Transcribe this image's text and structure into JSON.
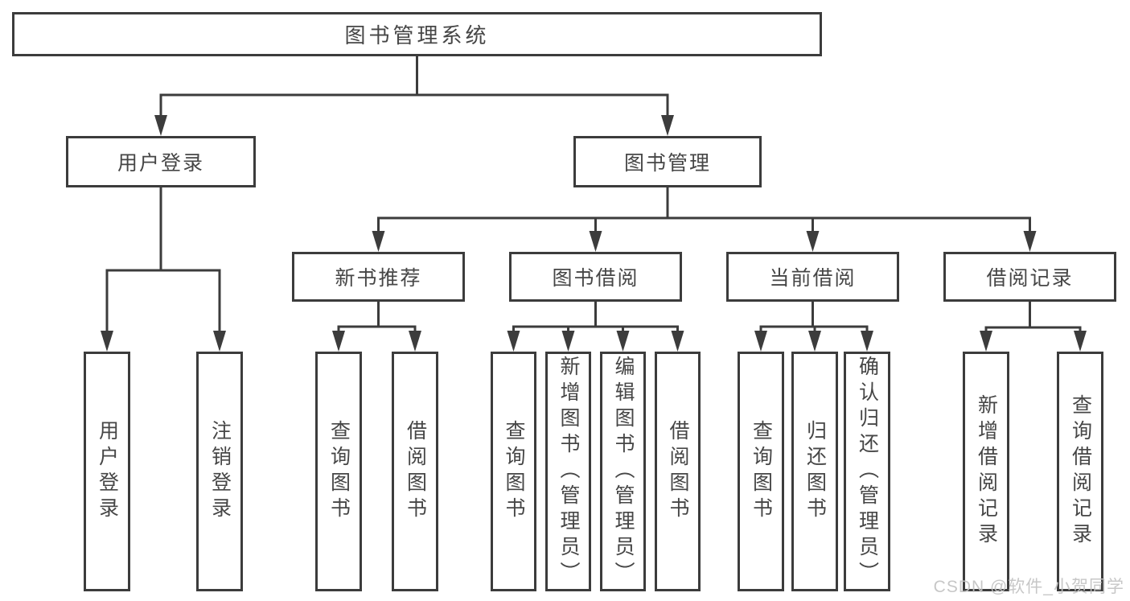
{
  "colors": {
    "line": "#3c3c3c",
    "text": "#464646",
    "background": "#ffffff",
    "watermark": "#c3c3c3"
  },
  "watermark": "CSDN @软件_小贺同学",
  "nodes": {
    "root": {
      "label": "图书管理系统"
    },
    "userLogin": {
      "label": "用户登录"
    },
    "bookManagement": {
      "label": "图书管理"
    },
    "login": {
      "label": "用户登录"
    },
    "logout": {
      "label": "注销登录"
    },
    "newBookRecommend": {
      "label": "新书推荐"
    },
    "bookBorrow": {
      "label": "图书借阅"
    },
    "currentBorrow": {
      "label": "当前借阅"
    },
    "borrowRecords": {
      "label": "借阅记录"
    },
    "nbQueryBooks": {
      "label": "查询图书"
    },
    "nbBorrowBooks": {
      "label": "借阅图书"
    },
    "bbQueryBooks": {
      "label": "查询图书"
    },
    "bbAddBooks": {
      "label": "新增图书（管理员）"
    },
    "bbEditBooks": {
      "label": "编辑图书（管理员）"
    },
    "bbBorrowBooks": {
      "label": "借阅图书"
    },
    "cbQueryBooks": {
      "label": "查询图书"
    },
    "cbReturnBooks": {
      "label": "归还图书"
    },
    "cbConfirmReturn": {
      "label": "确认归还（管理员）"
    },
    "brAddRecord": {
      "label": "新增借阅记录"
    },
    "brQueryRecord": {
      "label": "查询借阅记录"
    }
  },
  "tree": {
    "root": [
      "userLogin",
      "bookManagement"
    ],
    "userLogin": [
      "login",
      "logout"
    ],
    "bookManagement": [
      "newBookRecommend",
      "bookBorrow",
      "currentBorrow",
      "borrowRecords"
    ],
    "newBookRecommend": [
      "nbQueryBooks",
      "nbBorrowBooks"
    ],
    "bookBorrow": [
      "bbQueryBooks",
      "bbAddBooks",
      "bbEditBooks",
      "bbBorrowBooks"
    ],
    "currentBorrow": [
      "cbQueryBooks",
      "cbReturnBooks",
      "cbConfirmReturn"
    ],
    "borrowRecords": [
      "brAddRecord",
      "brQueryRecord"
    ]
  }
}
